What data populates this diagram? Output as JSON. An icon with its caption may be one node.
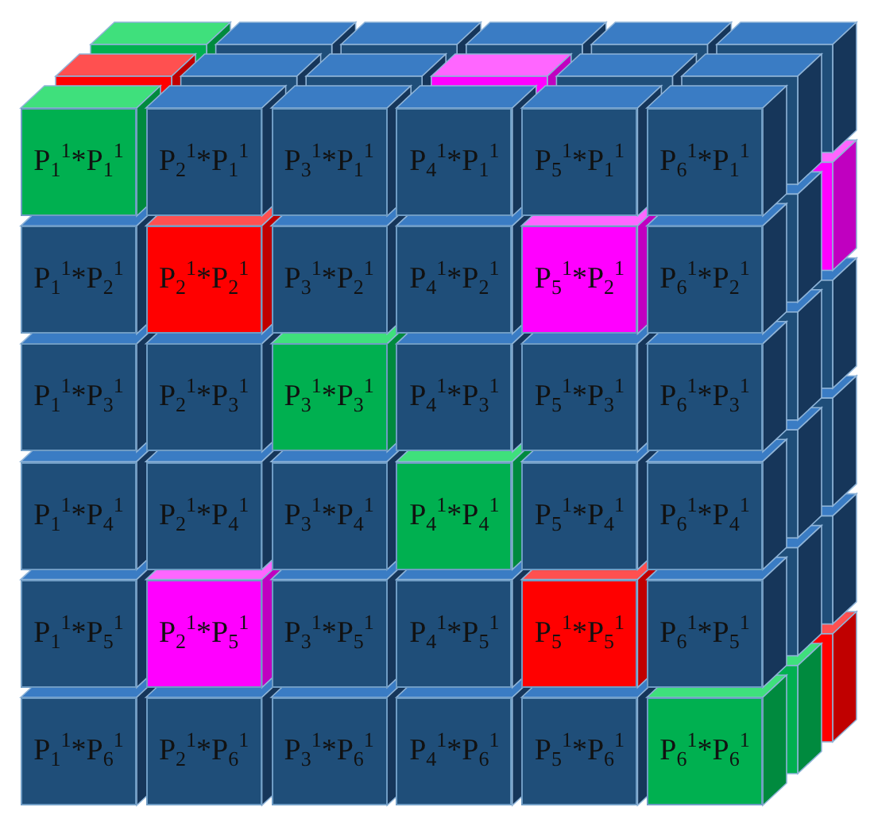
{
  "diagram": {
    "nodes": [
      {
        "text": [
          "P$_{1}$$^{1}$*P$_{1}$$^{1}$"
        ]
      },
      {
        "text": [
          "P$_{2}$$^{1}$*P$_{1}$$^{1}$"
        ]
      },
      {
        "text": [
          "P$_{3}$$^{1}$*P$_{1}$$^{1}$"
        ]
      },
      {
        "text": [
          "P$_{4}$$^{1}$*P$_{1}$$^{1}$"
        ]
      },
      {
        "text": [
          "P$_{5}$$^{1}$*P$_{1}$$^{1}$"
        ]
      },
      {
        "text": [
          "P$_{6}$$^{1}$*P$_{1}$$^{1}$"
        ]
      },
      {
        "text": [
          "P$_{1}$$^{1}$*P$_{2}$$^{1}$"
        ]
      },
      {
        "text": [
          "P$_{2}$$^{1}$*P$_{2}$$^{1}$"
        ]
      },
      {
        "text": [
          "P$_{3}$$^{1}$*P$_{2}$$^{1}$"
        ]
      },
      {
        "text": [
          "P$_{4}$$^{1}$*P$_{2}$$^{1}$"
        ]
      },
      {
        "text": [
          "P$_{5}$$^{1}$*P$_{2}$$^{1}$"
        ]
      },
      {
        "text": [
          "P$_{6}$$^{1}$*P$_{2}$$^{1}$"
        ]
      },
      {
        "text": [
          "P$_{1}$$^{1}$*P$_{3}$$^{1}$"
        ]
      },
      {
        "text": [
          "P$_{2}$$^{1}$*P$_{3}$$^{1}$"
        ]
      },
      {
        "text": [
          "P$_{3}$$^{1}$*P$_{3}$$^{1}$"
        ]
      },
      {
        "text": [
          "P$_{4}$$^{1}$*P$_{3}$$^{1}$"
        ]
      },
      {
        "text": [
          "P$_{5}$$^{1}$*P$_{3}$$^{1}$"
        ]
      },
      {
        "text": [
          "P$_{6}$$^{1}$*P$_{3}$$^{1}$"
        ]
      },
      {
        "text": [
          "P$_{1}$$^{1}$*P$_{4}$$^{1}$"
        ]
      },
      {
        "text": [
          "P$_{2}$$^{1}$*P$_{4}$$^{1}$"
        ]
      },
      {
        "text": [
          "P$_{3}$$^{1}$*P$_{4}$$^{1}$"
        ]
      },
      {
        "text": [
          "P$_{4}$$^{1}$*P$_{4}$$^{1}$"
        ]
      },
      {
        "text": [
          "P$_{5}$$^{1}$*P$_{4}$$^{1}$"
        ]
      },
      {
        "text": [
          "P$_{6}$$^{1}$*P$_{4}$$^{1}$"
        ]
      },
      {
        "text": [
          "P$_{1}$$^{1}$*P$_{5}$$^{1}$"
        ]
      },
      {
        "text": [
          "P$_{2}$$^{1}$*P$_{5}$$^{1}$"
        ]
      },
      {
        "text": [
          "P$_{3}$$^{1}$*P$_{5}$$^{1}$"
        ]
      },
      {
        "text": [
          "P$_{4}$$^{1}$*P$_{5}$$^{1}$"
        ]
      },
      {
        "text": [
          "P$_{5}$$^{1}$*P$_{5}$$^{1}$"
        ]
      },
      {
        "text": [
          "P$_{6}$$^{1}$*P$_{5}$$^{1}$"
        ]
      },
      {
        "text": [
          "P$_{1}$$^{1}$*P$_{6}$$^{1}$"
        ]
      },
      {
        "text": [
          "P$_{2}$$^{1}$*P$_{6}$$^{1}$"
        ]
      },
      {
        "text": [
          "P$_{3}$$^{1}$*P$_{6}$$^{1}$"
        ]
      },
      {
        "text": [
          "P$_{4}$$^{1}$*P$_{6}$$^{1}$"
        ]
      },
      {
        "text": [
          "P$_{5}$$^{1}$*P$_{6}$$^{1}$"
        ]
      },
      {
        "text": [
          "P$_{6}$$^{1}$*P$_{6}$$^{1}$"
        ]
      }
    ]
  }
}
